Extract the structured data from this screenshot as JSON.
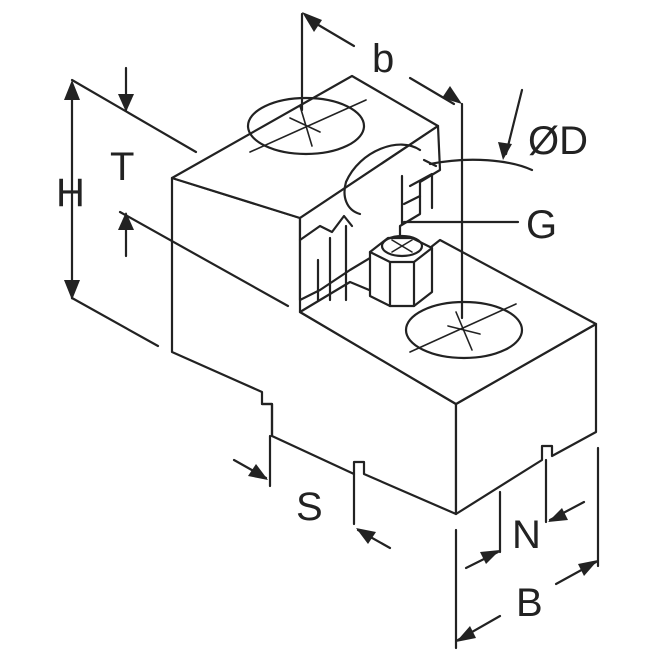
{
  "figure": {
    "labels": {
      "b": "b",
      "diameter": "ØD",
      "G": "G",
      "H": "H",
      "T": "T",
      "S": "S",
      "N": "N",
      "B": "B"
    },
    "colors": {
      "line": "#222222",
      "background": "#ffffff"
    }
  }
}
